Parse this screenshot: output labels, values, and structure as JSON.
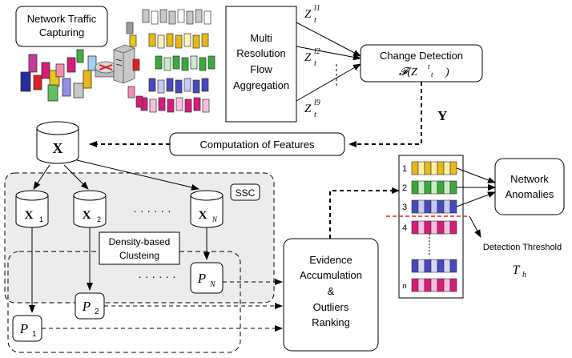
{
  "capture": {
    "label_line1": "Network Traffic",
    "label_line2": "Capturing"
  },
  "aggregation": {
    "line1": "Multi",
    "line2": "Resolution",
    "line3": "Flow",
    "line4": "Aggregation"
  },
  "resolutions": {
    "z1": "Z",
    "z1_sup": "l1",
    "z2": "Z",
    "z2_sup": "l2",
    "z9": "Z",
    "z9_sup": "l9",
    "sub": "t"
  },
  "change_detection": {
    "title": "Change Detection",
    "formula": "𝓕(Z",
    "formula_tail": ")"
  },
  "features": {
    "label": "Computation of Features",
    "matrix_label": "Y",
    "db_label": "X"
  },
  "subspaces": {
    "labels": [
      "X",
      "X",
      "X"
    ],
    "subs": [
      "1",
      "2",
      "N"
    ],
    "dots": "· · · · · ·",
    "ssc_label": "SSC",
    "density_line1": "Density-based",
    "density_line2": "Clusteing",
    "partition_dots": "· · · · · ·"
  },
  "partitions": {
    "p": "P",
    "subs": [
      "1",
      "2",
      "N"
    ]
  },
  "evidence": {
    "line1": "Evidence",
    "line2": "Accumulation",
    "line3": "&",
    "line4": "Outliers",
    "line5": "Ranking"
  },
  "ranking": {
    "row_labels": [
      "1",
      "2",
      "3",
      "4",
      "n"
    ]
  },
  "anomalies": {
    "line1": "Network",
    "line2": "Anomalies"
  },
  "threshold": {
    "label": "Detection Threshold",
    "symbol": "T",
    "sub": "h"
  },
  "colors": {
    "yellow": "#e8b818",
    "green": "#3aaa3a",
    "purple": "#4848c0",
    "pink": "#d81c78",
    "red": "#dd2222"
  }
}
